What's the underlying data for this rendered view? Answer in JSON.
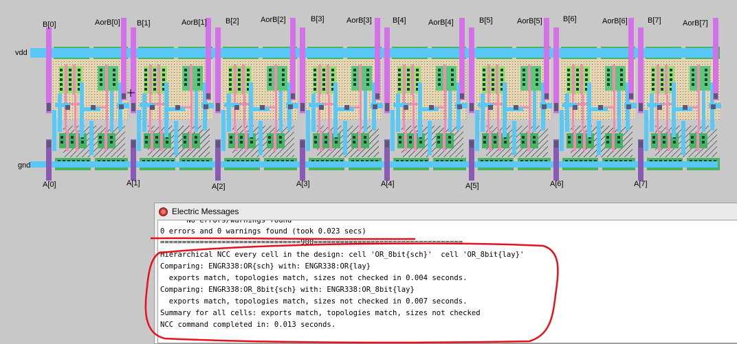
{
  "layout": {
    "rails": {
      "vdd_label": "vdd",
      "gnd_label": "gnd"
    },
    "top_labels": [
      "B[0]",
      "AorB[0]",
      "B[1]",
      "AorB[1]",
      "B[2]",
      "AorB[2]",
      "B[3]",
      "AorB[3]",
      "B[4]",
      "AorB[4]",
      "B[5]",
      "AorB[5]",
      "B[6]",
      "AorB[6]",
      "B[7]",
      "AorB[7]"
    ],
    "bottom_labels": [
      "A[0]",
      "A[1]",
      "A[2]",
      "A[3]",
      "A[4]",
      "A[5]",
      "A[6]",
      "A[7]"
    ],
    "colors": {
      "background": "#c8c8c8",
      "metal1": "#5ac8f5",
      "metal2": "#d470e8",
      "poly": "#f08cb4",
      "active": "#46b464",
      "contact": "#1e3c3c",
      "nwell_dots": "#a07850"
    }
  },
  "messages": {
    "window_title": "Electric Messages",
    "lines": [
      "      No errors/warnings found",
      "0 errors and 0 warnings found (took 0.023 secs)",
      "================================900==================================",
      "Hierarchical NCC every cell in the design: cell 'OR_8bit{sch}'  cell 'OR_8bit{lay}'",
      "Comparing: ENGR338:OR{sch} with: ENGR338:OR{lay}",
      "  exports match, topologies match, sizes not checked in 0.004 seconds.",
      "Comparing: ENGR338:OR_8bit{sch} with: ENGR338:OR_8bit{lay}",
      "  exports match, topologies match, sizes not checked in 0.007 seconds.",
      "Summary for all cells: exports match, topologies match, sizes not checked",
      "NCC command completed in: 0.013 seconds."
    ]
  }
}
